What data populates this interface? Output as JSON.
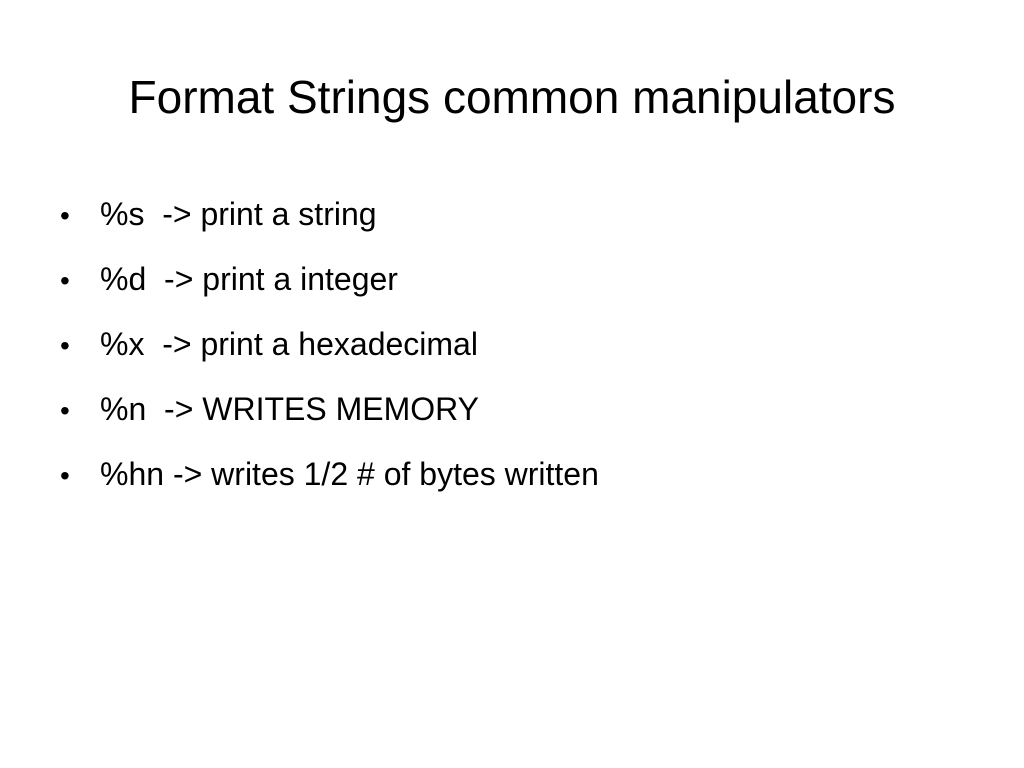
{
  "slide": {
    "title": "Format Strings common manipulators",
    "bullet_glyph": "•",
    "bullets": [
      "%s  -> print a string",
      "%d  -> print a integer",
      "%x  -> print a hexadecimal",
      "%n  -> WRITES MEMORY",
      "%hn -> writes 1/2 # of bytes written"
    ]
  }
}
